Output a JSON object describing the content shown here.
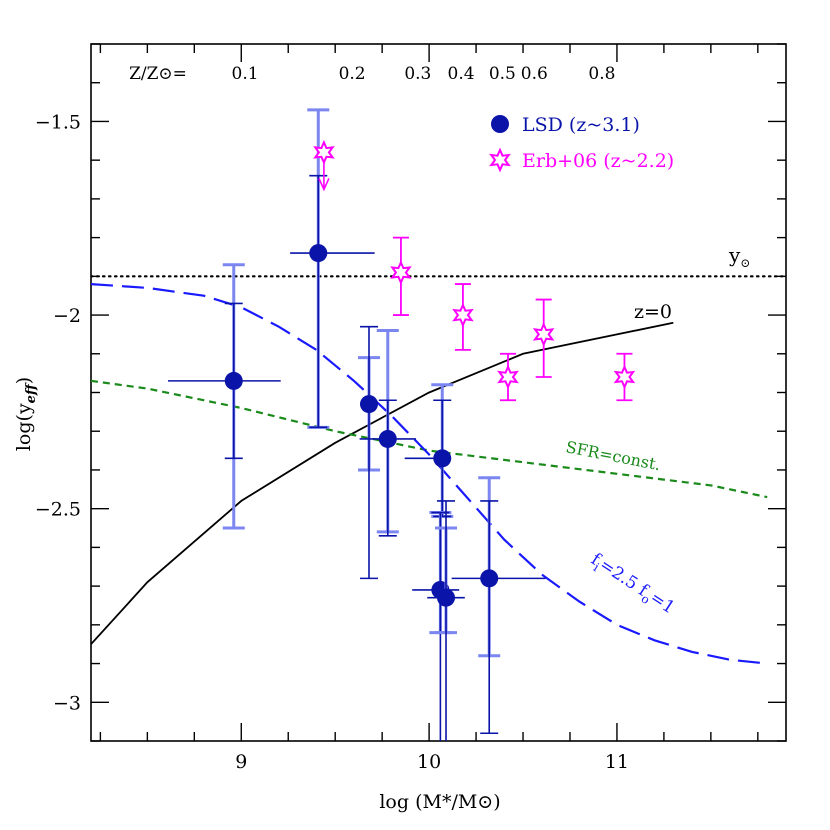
{
  "chart_data": {
    "type": "scatter",
    "xlabel": "log (M*/M⊙)",
    "ylabel_main": "log(y",
    "ylabel_sub": "eff",
    "ylabel_close": ")",
    "xlim": [
      8.2,
      11.9
    ],
    "ylim": [
      -3.1,
      -1.3
    ],
    "x_ticks": [
      9,
      10,
      11
    ],
    "y_ticks": [
      -1.5,
      -2,
      -2.5,
      -3
    ],
    "tick_labels": {
      "x": [
        "9",
        "10",
        "11"
      ],
      "y": [
        "−1.5",
        "−2",
        "−2.5",
        "−3"
      ]
    },
    "metallicity_axis": {
      "label": "Z/Z⊙=",
      "values": [
        "0.1",
        "0.2",
        "0.3",
        "0.4",
        "0.5",
        "0.6",
        "0.8"
      ],
      "x_positions": [
        9.02,
        9.59,
        9.94,
        10.17,
        10.39,
        10.56,
        10.92
      ]
    },
    "legend": {
      "placement": "top-right",
      "entries": [
        {
          "label": "LSD (z~3.1)",
          "color": "#0a14a8",
          "marker": "filled-circle"
        },
        {
          "label": "Erb+06 (z~2.2)",
          "color": "#ff00ff",
          "marker": "star"
        }
      ]
    },
    "series": [
      {
        "name": "LSD (z~3.1)",
        "color": "#0a14a8",
        "points": [
          {
            "x": 8.96,
            "y": -2.17,
            "xerr": [
              0.35,
              0.25
            ],
            "yerr": [
              0.2,
              0.2
            ],
            "yerr_light": [
              0.38,
              0.3
            ]
          },
          {
            "x": 9.41,
            "y": -1.84,
            "xerr": [
              0.15,
              0.3
            ],
            "yerr": [
              0.45,
              0.2
            ],
            "yerr_light": [
              0.45,
              0.37
            ]
          },
          {
            "x": 9.68,
            "y": -2.23,
            "xerr": [
              0,
              0
            ],
            "yerr": [
              0.45,
              0.2
            ],
            "yerr_light": [
              0.17,
              0.12
            ]
          },
          {
            "x": 9.78,
            "y": -2.32,
            "xerr": [
              0.15,
              0.15
            ],
            "yerr": [
              0.25,
              0.1
            ],
            "yerr_light": [
              0.24,
              0.28
            ]
          },
          {
            "x": 10.07,
            "y": -2.37,
            "xerr": [
              0.2,
              0
            ],
            "yerr": [
              0.15,
              0.15
            ],
            "yerr_light": [
              0.15,
              0.19
            ]
          },
          {
            "x": 10.06,
            "y": -2.71,
            "xerr": [
              0.15,
              0.1
            ],
            "yerr": [
              0.4,
              0.2
            ],
            "yerr_light": [
              0.11,
              0.2
            ]
          },
          {
            "x": 10.09,
            "y": -2.73,
            "xerr": [
              0.1,
              0.1
            ],
            "yerr": [
              0.4,
              0.25
            ],
            "yerr_light": [
              0.09,
              0.18
            ]
          },
          {
            "x": 10.32,
            "y": -2.68,
            "xerr": [
              0.2,
              0.3
            ],
            "yerr": [
              0.4,
              0.2
            ],
            "yerr_light": [
              0.2,
              0.26
            ]
          }
        ]
      },
      {
        "name": "Erb+06 (z~2.2)",
        "color": "#ff00ff",
        "points": [
          {
            "x": 9.44,
            "y": -1.58,
            "upper_limit": true
          },
          {
            "x": 9.85,
            "y": -1.89,
            "yerr": [
              0.11,
              0.09
            ]
          },
          {
            "x": 10.18,
            "y": -2.0,
            "yerr": [
              0.09,
              0.08
            ]
          },
          {
            "x": 10.42,
            "y": -2.16,
            "yerr": [
              0.06,
              0.06
            ]
          },
          {
            "x": 10.61,
            "y": -2.05,
            "yerr": [
              0.11,
              0.09
            ]
          },
          {
            "x": 11.04,
            "y": -2.16,
            "yerr": [
              0.06,
              0.06
            ]
          }
        ]
      }
    ],
    "curves": [
      {
        "label": "z=0",
        "color": "#000000",
        "style": "solid",
        "x": [
          8.2,
          8.5,
          9.0,
          9.5,
          10.0,
          10.5,
          11.0,
          11.3
        ],
        "y": [
          -2.85,
          -2.69,
          -2.48,
          -2.33,
          -2.2,
          -2.1,
          -2.05,
          -2.02
        ]
      },
      {
        "label": "SFR=const.",
        "color": "#1a8a1a",
        "style": "short-dash",
        "x": [
          8.2,
          8.5,
          9.0,
          9.5,
          10.0,
          10.5,
          11.0,
          11.5,
          11.8
        ],
        "y": [
          -2.17,
          -2.19,
          -2.24,
          -2.3,
          -2.35,
          -2.38,
          -2.41,
          -2.44,
          -2.47
        ]
      },
      {
        "label": "f",
        "label_parts": [
          "f",
          "i",
          "=2.5  f",
          "o",
          "=1"
        ],
        "color": "#1a1aff",
        "style": "long-dash",
        "x": [
          8.2,
          8.5,
          8.8,
          9.0,
          9.2,
          9.4,
          9.6,
          9.8,
          10.0,
          10.2,
          10.4,
          10.6,
          10.8,
          11.0,
          11.2,
          11.4,
          11.6,
          11.8
        ],
        "y": [
          -1.92,
          -1.93,
          -1.95,
          -1.98,
          -2.03,
          -2.09,
          -2.17,
          -2.26,
          -2.36,
          -2.47,
          -2.58,
          -2.67,
          -2.74,
          -2.8,
          -2.84,
          -2.87,
          -2.89,
          -2.9
        ]
      }
    ],
    "reference_lines": [
      {
        "label": "y",
        "label_sub": "⊙",
        "y": -1.9,
        "color": "#000000",
        "style": "dotted"
      }
    ]
  }
}
